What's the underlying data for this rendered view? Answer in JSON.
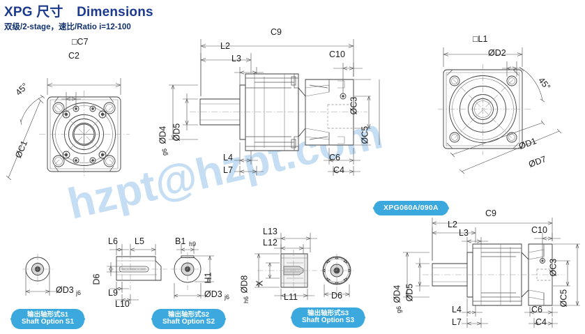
{
  "header": {
    "title_model": "XPG",
    "title_cn": "尺寸",
    "title_en": "Dimensions",
    "subtitle": "双级/2-stage，速比/Ratio i=12-100",
    "title_color": "#1b3a8f"
  },
  "watermark": {
    "text": "hzpt@hzpt.com",
    "color": "#bcd9f2"
  },
  "views": {
    "input_flange": {
      "name": "Input flange end view",
      "labels": {
        "c7": "□C7",
        "c2": "C2",
        "c1": "ØC1",
        "angle": "45°"
      }
    },
    "section_main": {
      "name": "Main cross-section view",
      "labels": {
        "c9": "C9",
        "l2": "L2",
        "l3": "L3",
        "c10": "C10",
        "d4": "ØD4",
        "d4_tol": "g6",
        "d5": "ØD5",
        "c3": "ØC3",
        "c5": "ØC5",
        "l4": "L4",
        "l7": "L7",
        "c6": "C6",
        "c4": "C4"
      }
    },
    "output_flange": {
      "name": "Output flange end view",
      "labels": {
        "l1": "□L1",
        "d2": "ØD2",
        "angle": "45°",
        "d1": "ØD1",
        "d7": "ØD7"
      }
    },
    "section_060090": {
      "name": "XPG060A/090A cross-section view",
      "badge": "XPG060A/090A",
      "labels": {
        "c9": "C9",
        "l2": "L2",
        "l3": "L3",
        "c10": "C10",
        "d4": "ØD4",
        "d4_tol": "g6",
        "d5": "ØD5",
        "c3": "ØC3",
        "c5": "ØC5",
        "l4": "L4",
        "l7": "L7",
        "c6": "C6",
        "c4": "C4"
      }
    }
  },
  "shaft_options": [
    {
      "id": "s1",
      "badge_cn": "输出轴形式S1",
      "badge_en": "Shaft Option S1",
      "labels": {
        "d3": "ØD3",
        "d3_tol": "j6"
      }
    },
    {
      "id": "s2",
      "badge_cn": "输出轴形式S2",
      "badge_en": "Shaft Option S2",
      "labels": {
        "l6": "L6",
        "l5": "L5",
        "b1": "B1",
        "b1_tol": "h9",
        "d6": "D6",
        "h1": "H1",
        "l9": "L9",
        "l10": "L10",
        "d3": "ØD3",
        "d3_tol": "j6"
      }
    },
    {
      "id": "s3",
      "badge_cn": "输出轴形式S3",
      "badge_en": "Shaft Option S3",
      "labels": {
        "l13": "L13",
        "l12": "L12",
        "d8": "ØD8",
        "d8_tol": "h6",
        "x": "X",
        "l11": "L11",
        "d6": "D6"
      }
    }
  ],
  "colors": {
    "badge_blue": "#3ba9de",
    "line": "#3a3a3a",
    "watermark": "#bcd9f2"
  }
}
